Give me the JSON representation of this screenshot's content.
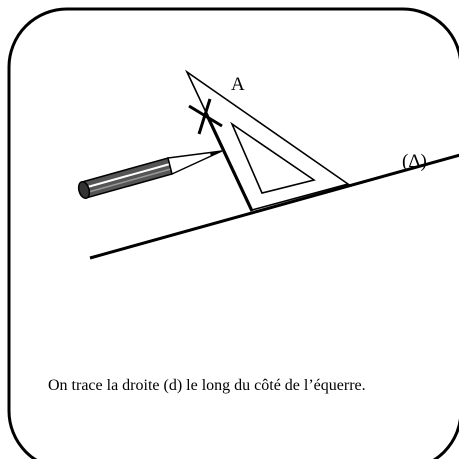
{
  "diagram": {
    "point_label": "A",
    "line_label": "(Δ)",
    "caption": "On trace la droite (d) le long du côté de l’équerre."
  }
}
